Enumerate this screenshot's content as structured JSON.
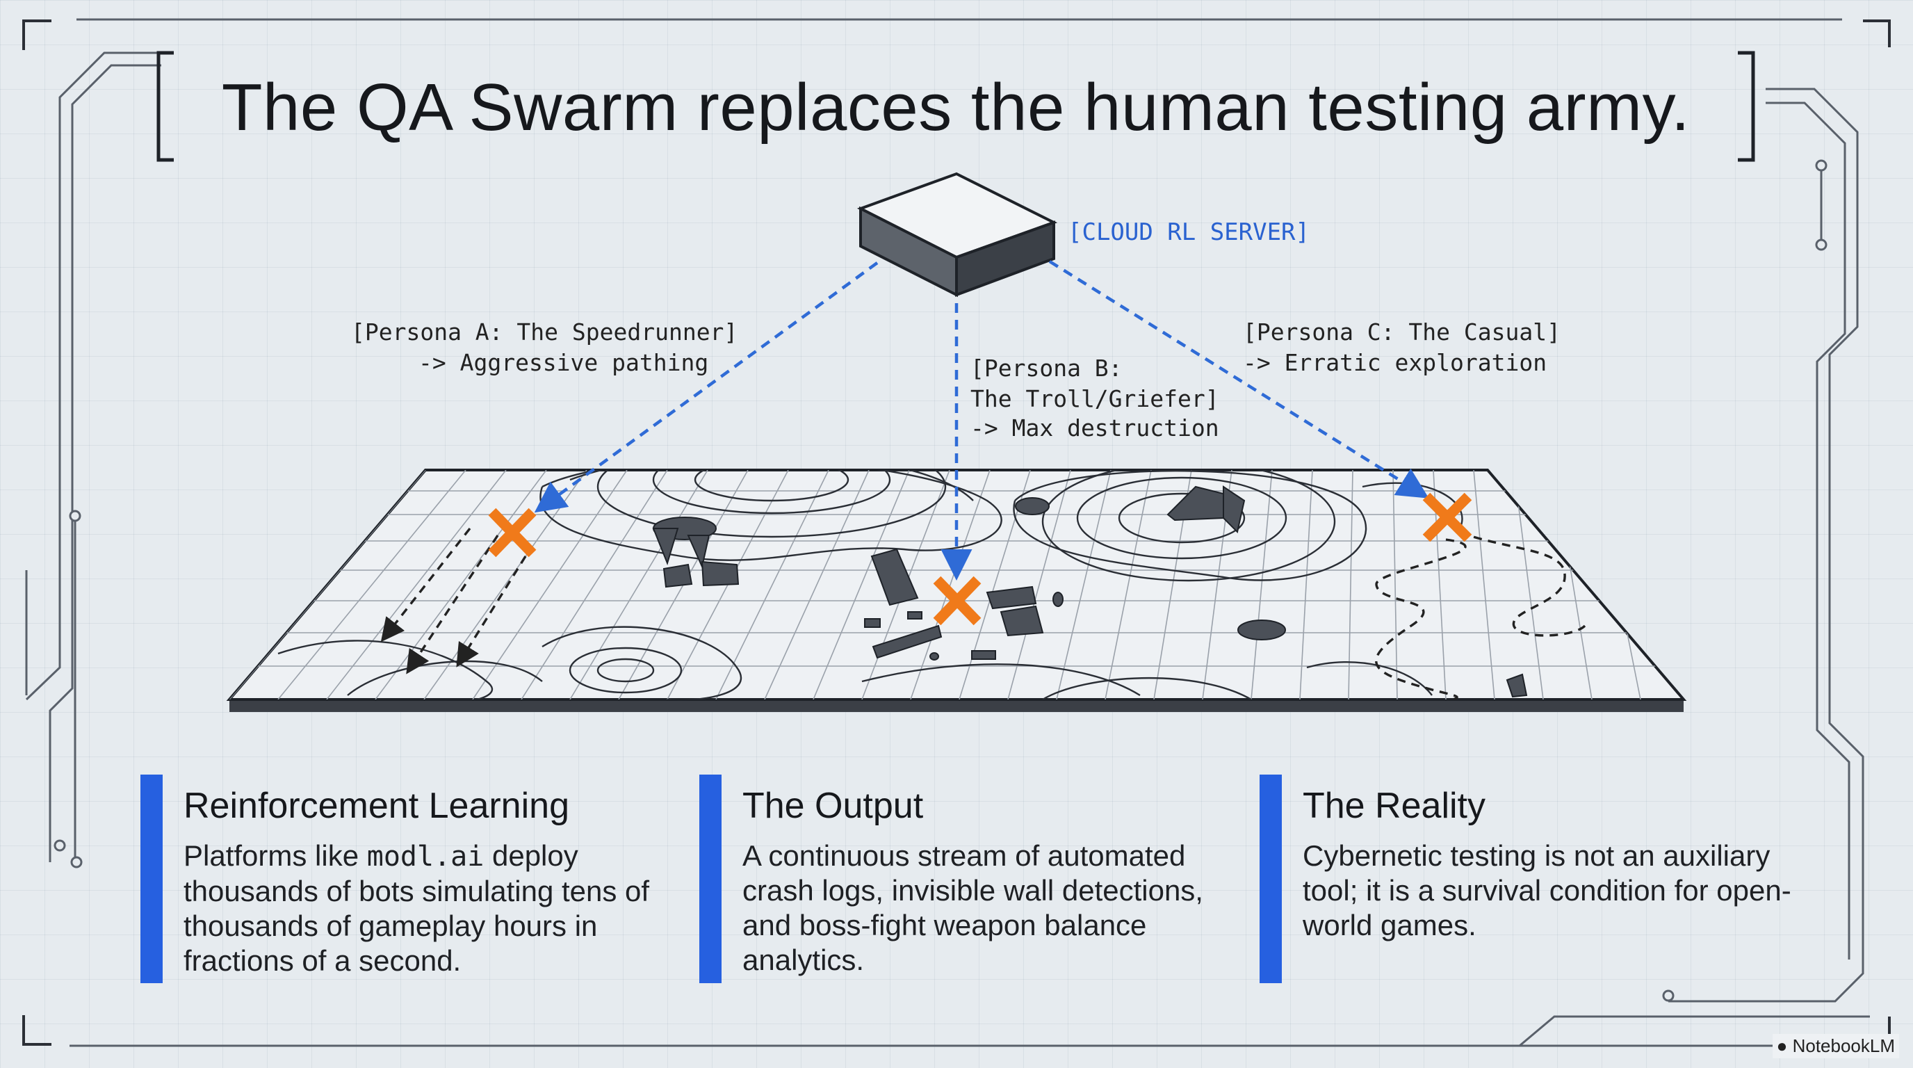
{
  "title": "The QA Swarm replaces the human testing army.",
  "server": {
    "label": "[CLOUD RL SERVER]",
    "icon": "server-block-icon"
  },
  "personas": [
    {
      "name": "[Persona A: The Speedrunner]",
      "behavior": "-> Aggressive pathing"
    },
    {
      "name_line1": "[Persona B:",
      "name_line2": "The Troll/Griefer]",
      "behavior": "-> Max destruction"
    },
    {
      "name": "[Persona C: The Casual]",
      "behavior": "-> Erratic exploration"
    }
  ],
  "cards": [
    {
      "heading": "Reinforcement Learning",
      "body_prefix": "Platforms like ",
      "body_code": "modl.ai",
      "body_suffix": " deploy thousands of bots simulating tens of thousands of gameplay hours in fractions of a second."
    },
    {
      "heading": "The Output",
      "body": "A continuous stream of automated crash logs, invisible wall detections, and boss-fight weapon balance analytics."
    },
    {
      "heading": "The Reality",
      "body": "Cybernetic testing is not an auxiliary tool; it is a survival condition for open-world games."
    }
  ],
  "brand": "NotebookLM",
  "colors": {
    "accent_blue": "#2660e0",
    "dashed_blue": "#2f6bd6",
    "marker_orange": "#f07a1a",
    "ink": "#16181c"
  }
}
